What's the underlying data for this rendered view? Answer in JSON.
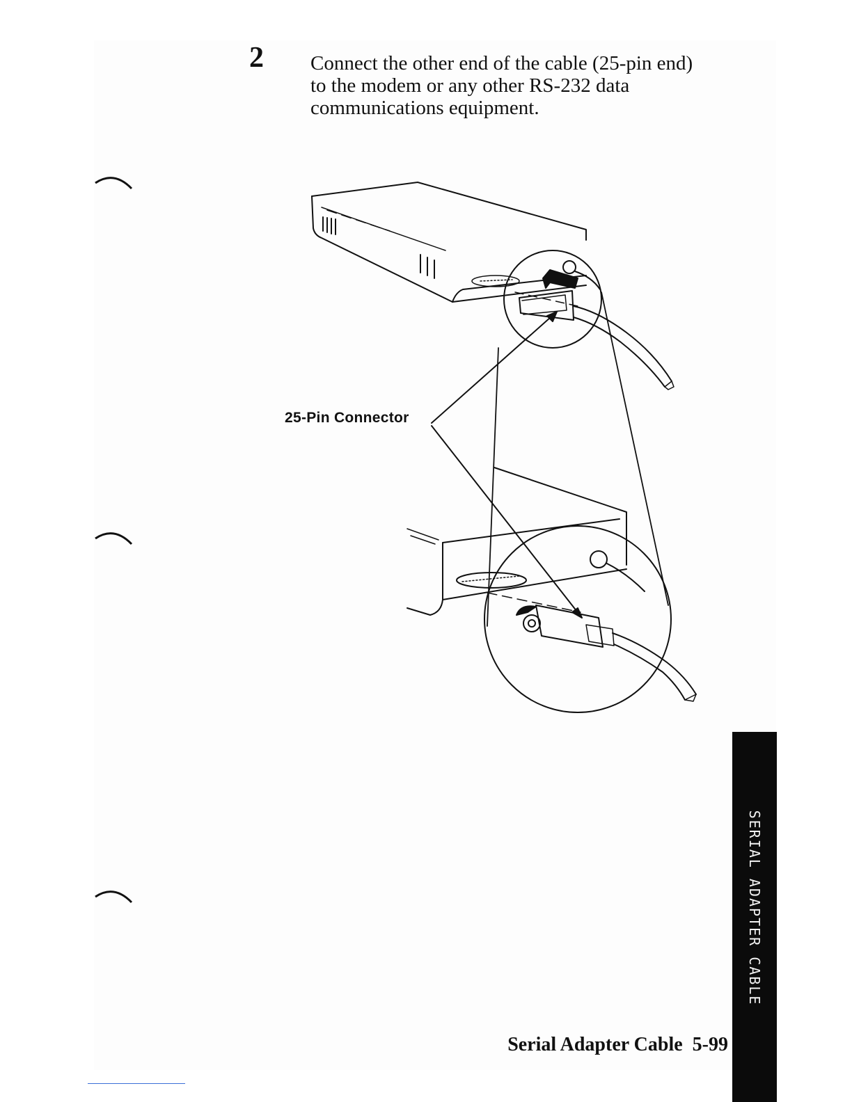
{
  "step": {
    "number": "2",
    "lines": [
      "Connect the other end of the cable (25-pin end)",
      "to the modem or any other RS-232 data",
      "communications equipment."
    ]
  },
  "figure": {
    "callout_label": "25-Pin Connector"
  },
  "side_tab": {
    "label": "SERIAL ADAPTER CABLE"
  },
  "footer": {
    "title": "Serial Adapter Cable",
    "page_number": "5-99"
  },
  "colors": {
    "ink": "#111111",
    "tab_background": "#0b0b0b",
    "tab_text": "#f2f2f2",
    "footnote_rule": "#3a6fd8"
  }
}
